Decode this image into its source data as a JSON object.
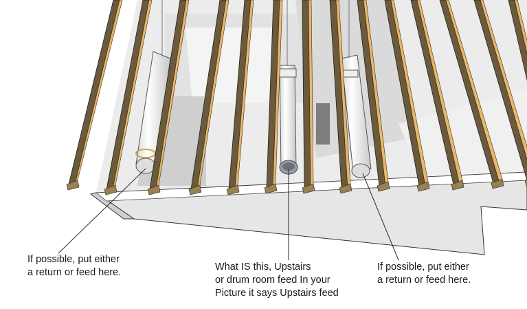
{
  "annotations": {
    "left": {
      "lines": [
        "If possible, put either",
        "a return or feed here."
      ]
    },
    "center": {
      "lines": [
        "What IS this, Upstairs",
        "or drum room feed In your",
        "Picture it says Upstairs feed"
      ]
    },
    "right": {
      "lines": [
        "If possible, put either",
        "a return or feed here."
      ]
    }
  },
  "colors": {
    "joist_face": "#6b5a3c",
    "joist_edge": "#e8b86a",
    "joist_top": "#d9a75a",
    "floor": "#ffffff",
    "wall_shadow": "#d4d4d4",
    "pipe": "#f4f4f4",
    "leader": "#2a2a2a"
  },
  "icons": [
    "duct-pipe-icon",
    "joist-icon"
  ]
}
